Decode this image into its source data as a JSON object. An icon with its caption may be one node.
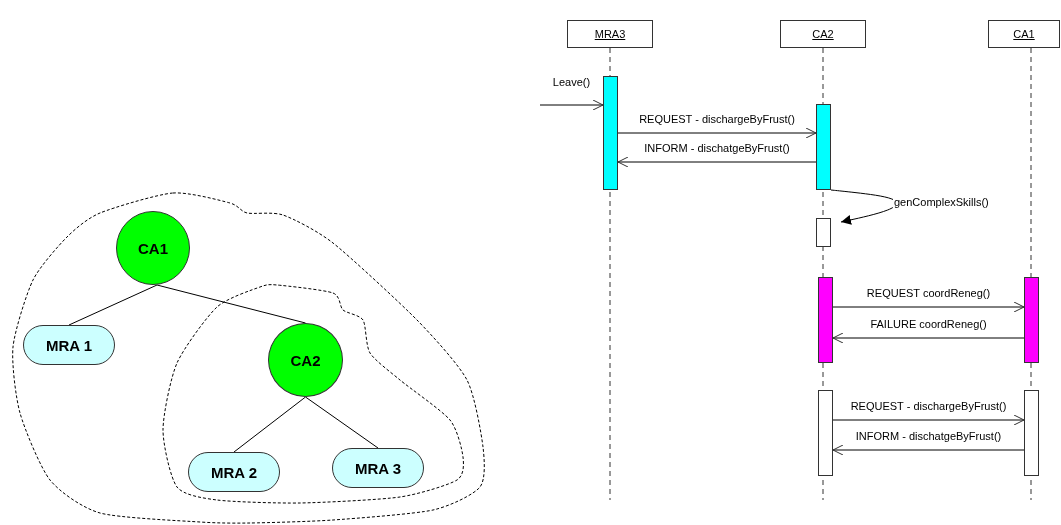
{
  "diagram": {
    "nodes": [
      {
        "text": [
          "CA1"
        ]
      },
      {
        "text": [
          "MRA 1"
        ]
      },
      {
        "text": [
          "CA2"
        ]
      },
      {
        "text": [
          "MRA 2"
        ]
      },
      {
        "text": [
          "MRA 3"
        ]
      },
      {
        "text": [
          "MRA3"
        ]
      },
      {
        "text": [
          "CA2"
        ]
      },
      {
        "text": [
          "CA1"
        ]
      },
      {
        "text": [],
        "shape": "bar"
      },
      {
        "text": [],
        "shape": "bar"
      },
      {
        "text": [],
        "shape": "bar"
      },
      {
        "text": [],
        "shape": "bar"
      },
      {
        "text": [],
        "shape": "bar"
      },
      {
        "text": [],
        "shape": "bar"
      },
      {
        "text": [],
        "shape": "bar"
      }
    ],
    "edges": [
      {
        "from": 0,
        "to": 1,
        "arrow": "none"
      },
      {
        "from": 0,
        "to": 2,
        "arrow": "none"
      },
      {
        "from": 2,
        "to": 3,
        "arrow": "none"
      },
      {
        "from": 2,
        "to": 4,
        "arrow": "none"
      },
      {
        "from": null,
        "to": 8,
        "arrow": "to",
        "label": "Leave()"
      },
      {
        "from": 8,
        "to": 9,
        "arrow": "to",
        "label": "REQUEST - dischargeByFrust()"
      },
      {
        "from": 9,
        "to": 8,
        "arrow": "to",
        "label": "INFORM - dischatgeByFrust()"
      },
      {
        "from": 9,
        "to": 10,
        "arrow": "to",
        "label": "genComplexSkills()"
      },
      {
        "from": 11,
        "to": 12,
        "arrow": "to",
        "label": "REQUEST coordReneg()"
      },
      {
        "from": 12,
        "to": 11,
        "arrow": "to",
        "label": "FAILURE coordReneg()"
      },
      {
        "from": 13,
        "to": 14,
        "arrow": "to",
        "label": "REQUEST - dischargeByFrust()"
      },
      {
        "from": 14,
        "to": 13,
        "arrow": "to",
        "label": "INFORM - dischatgeByFrust()"
      }
    ]
  }
}
